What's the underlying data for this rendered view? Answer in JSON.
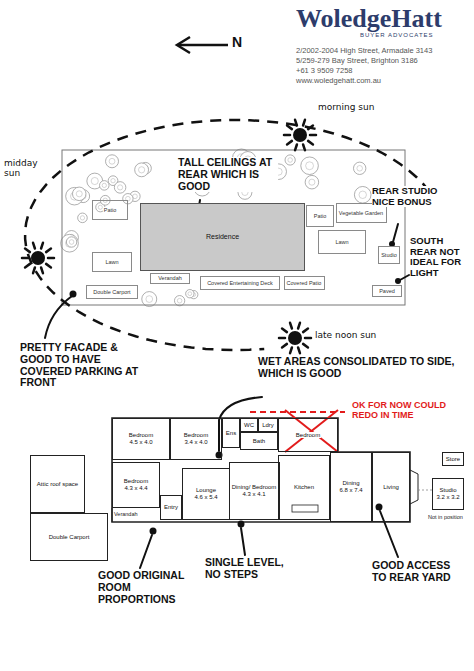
{
  "diagram": {
    "nodes": [
      {
        "text": [
          "Residence"
        ]
      },
      {
        "text": [
          "Patio"
        ]
      },
      {
        "text": [
          "Lawn"
        ]
      },
      {
        "text": [
          "Verandah"
        ]
      },
      {
        "text": [
          "Double Carport"
        ]
      },
      {
        "text": [
          "Covered Entertaining Deck"
        ]
      },
      {
        "text": [
          "Patio"
        ]
      },
      {
        "text": [
          "Vegetable Garden"
        ]
      },
      {
        "text": [
          "Lawn"
        ]
      },
      {
        "text": [
          "Studio"
        ]
      },
      {
        "text": [
          "Covered Patio"
        ]
      },
      {
        "text": [
          "Paved"
        ]
      },
      {
        "text": [
          "Attic roof space"
        ]
      },
      {
        "text": [
          "Double Carport"
        ]
      },
      {
        "text": [
          "Bedroom",
          "4.5 x 4.0"
        ]
      },
      {
        "text": [
          "Bedroom",
          "3.4 x 4.0"
        ]
      },
      {
        "text": [
          "Ens"
        ]
      },
      {
        "text": [
          "WC"
        ]
      },
      {
        "text": [
          "Ldry"
        ]
      },
      {
        "text": [
          "Bath"
        ]
      },
      {
        "text": [
          "Bedroom"
        ]
      },
      {
        "text": [
          "Bedroom",
          "4.3 x 4.4"
        ]
      },
      {
        "text": [
          "Entry"
        ]
      },
      {
        "text": [
          "Lounge",
          "4.6 x 5.4"
        ]
      },
      {
        "text": [
          "Dining/ Bedroom",
          "4.3 x 4.1"
        ]
      },
      {
        "text": [
          "Kitchen"
        ]
      },
      {
        "text": [
          "Dining",
          "6.8 x 7.4"
        ]
      },
      {
        "text": [
          "Living"
        ]
      },
      {
        "text": [
          "Store"
        ]
      },
      {
        "text": [
          "Studio",
          "3.2 x 3.2"
        ]
      }
    ],
    "labels": [
      "N",
      "WoledgeHatt",
      "BUYER ADVOCATES",
      "2/2002-2004 High Street, Armadale 3143",
      "5/259-279 Bay Street, Brighton 3186",
      "+61 3 9509 7258",
      "www.woledgehatt.com.au",
      "morning sun",
      "midday sun",
      "late noon sun",
      "TALL CEILINGS AT REAR WHICH IS GOOD",
      "REAR STUDIO NICE BONUS",
      "SOUTH REAR NOT IDEAL FOR LIGHT",
      "PRETTY FACADE & GOOD TO HAVE COVERED PARKING AT FRONT",
      "WET AREAS CONSOLIDATED TO SIDE, WHICH IS GOOD",
      "OK FOR NOW COULD REDO IN TIME",
      "GOOD ORIGINAL ROOM PROPORTIONS",
      "SINGLE LEVEL, NO STEPS",
      "GOOD ACCESS TO REAR YARD",
      "Verandah",
      "Not in position"
    ]
  }
}
